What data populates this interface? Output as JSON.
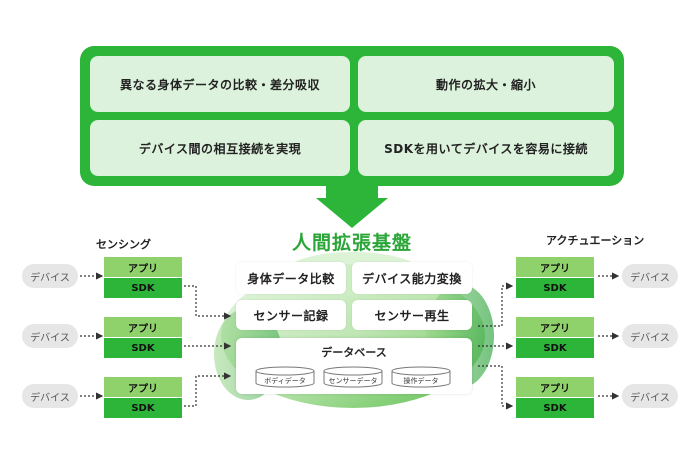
{
  "hub": {
    "features": [
      "異なる身体データの比較・差分吸収",
      "動作の拡大・縮小",
      "デバイス間の相互接続を実現",
      "SDKを用いてデバイスを容易に接続"
    ],
    "title": "人間拡張基盤",
    "functions": [
      "身体データ比較",
      "デバイス能力変換",
      "センサー記録",
      "センサー再生"
    ],
    "database": {
      "title": "データベース",
      "stores": [
        "ボディデータ",
        "センサーデータ",
        "操作データ"
      ]
    }
  },
  "sensing": {
    "title": "センシング",
    "devices": [
      "デバイス",
      "デバイス",
      "デバイス"
    ],
    "app_label": "アプリ",
    "sdk_label": "SDK"
  },
  "actuation": {
    "title": "アクチュエーション",
    "devices": [
      "デバイス",
      "デバイス",
      "デバイス"
    ],
    "app_label": "アプリ",
    "sdk_label": "SDK"
  },
  "colors": {
    "primary_green": "#2db53a",
    "light_green": "#8fd16a",
    "feature_bg": "#dcf2dc",
    "title_green": "#2aa637",
    "device_gray": "#e6e6e6"
  }
}
